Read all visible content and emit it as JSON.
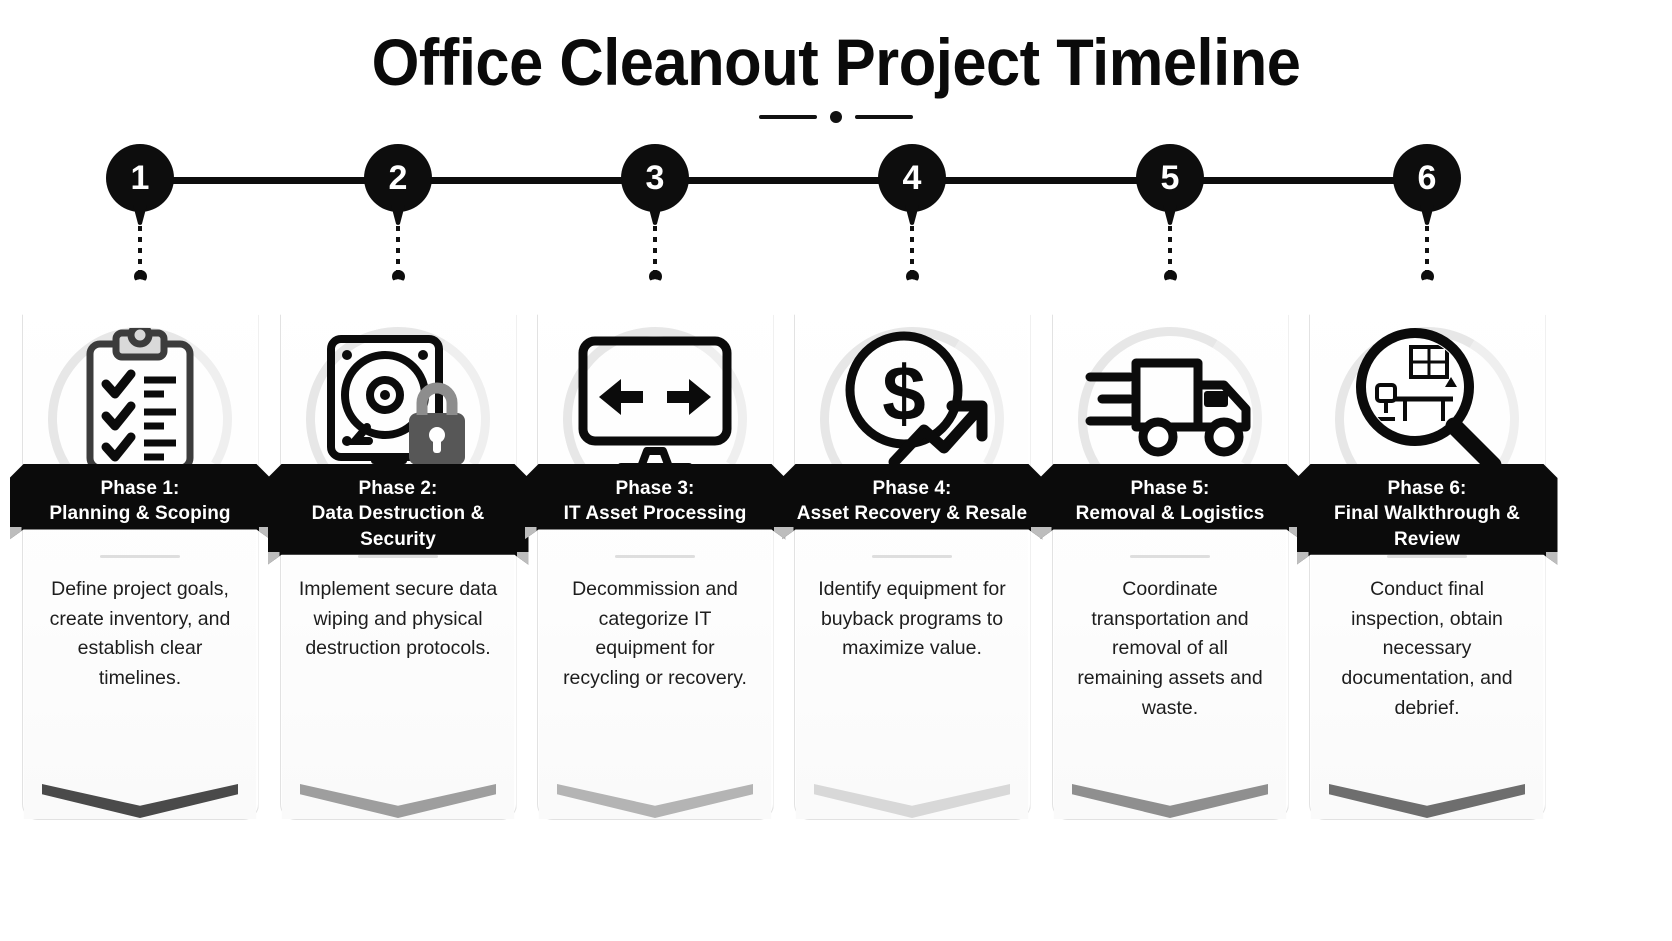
{
  "header": {
    "title": "Office Cleanout Project Timeline",
    "divider_icon": "dash-dot-dash-divider"
  },
  "timeline": {
    "nodes": [
      "1",
      "2",
      "3",
      "4",
      "5",
      "6"
    ]
  },
  "phases": [
    {
      "number": "1",
      "icon": "clipboard-checklist-icon",
      "banner": "Phase 1:\nPlanning & Scoping",
      "description": "Define project goals, create inventory, and establish clear timelines.",
      "chevron_color": "#4a4a4a"
    },
    {
      "number": "2",
      "icon": "hard-drive-lock-icon",
      "banner": "Phase 2:\nData Destruction & Security",
      "description": "Implement secure data wiping and physical destruction protocols.",
      "chevron_color": "#9e9e9e"
    },
    {
      "number": "3",
      "icon": "monitor-transfer-arrows-icon",
      "banner": "Phase 3:\nIT Asset Processing",
      "description": "Decommission and categorize IT equipment for recycling or recovery.",
      "chevron_color": "#b4b4b4"
    },
    {
      "number": "4",
      "icon": "dollar-growth-arrow-icon",
      "banner": "Phase 4:\nAsset Recovery & Resale",
      "description": "Identify equipment for buyback programs to maximize value.",
      "chevron_color": "#d8d8d8"
    },
    {
      "number": "5",
      "icon": "delivery-truck-icon",
      "banner": "Phase 5:\nRemoval & Logistics",
      "description": "Coordinate transportation and removal of all remaining assets and waste.",
      "chevron_color": "#8f8f8f"
    },
    {
      "number": "6",
      "icon": "magnifier-office-inspection-icon",
      "banner": "Phase 6:\nFinal Walkthrough & Review",
      "description": "Conduct final inspection, obtain necessary documentation, and debrief.",
      "chevron_color": "#6e6e6e"
    }
  ],
  "colors": {
    "background": "#ffffff",
    "ink": "#0b0b0b",
    "banner_bg": "#0b0b0b",
    "banner_text": "#ffffff",
    "card_border": "#e2e2e2",
    "arc": "#e7e7e7",
    "separator": "#dedede",
    "body_text": "#1d1d1d"
  }
}
